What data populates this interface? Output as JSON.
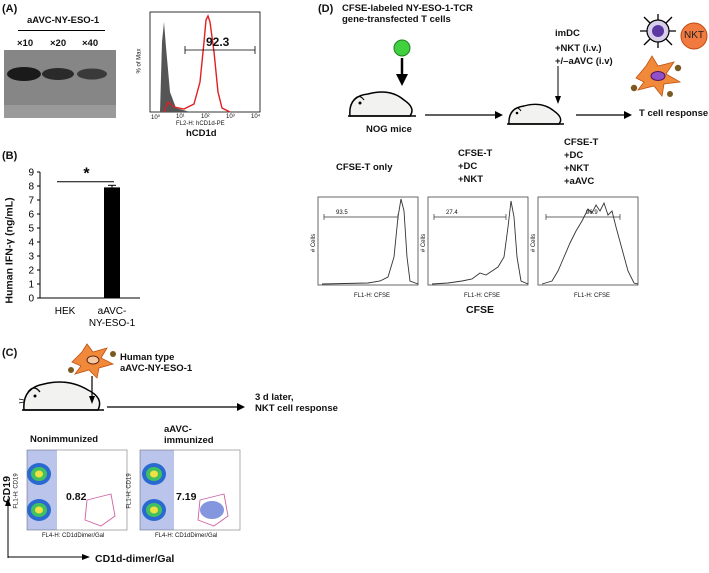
{
  "panelA": {
    "label": "(A)",
    "blot_title": "aAVC-NY-ESO-1",
    "lanes": [
      "×10",
      "×20",
      "×40"
    ],
    "hist_value": "92.3",
    "hist_ylabel": "% of Max",
    "hist_xaxis_small": "FL2-H: hCD1d-PE",
    "hist_xlabel": "hCD1d",
    "hist_ticks": [
      "10⁰",
      "10¹",
      "10²",
      "10³",
      "10⁴"
    ]
  },
  "panelB": {
    "label": "(B)",
    "significance": "*",
    "ylabel": "Human IFN-γ (ng/mL)"
  },
  "panelC": {
    "label": "(C)",
    "mouse_text": [
      "Human type",
      "aAVC-NY-ESO-1"
    ],
    "arrow_text": [
      "3 d later,",
      "NKT cell response"
    ],
    "left_title": "Nonimmunized",
    "right_title": [
      "aAVC-",
      "immunized"
    ],
    "left_value": "0.82",
    "right_value": "7.19",
    "ylabel": "CD19",
    "xlabel": "CD1d-dimer/Gal",
    "small_axis_x": "FL4-H: CD1dDimer/Gal",
    "small_axis_y": "FL1-H: CD19"
  },
  "panelD": {
    "label": "(D)",
    "top_text": [
      "CFSE-labeled NY-ESO-1-TCR",
      "gene-transfected T cells"
    ],
    "mouse_label": "NOG mice",
    "imdc_text": [
      "imDC",
      "+NKT (i.v.)",
      "+/–aAVC (i.v)"
    ],
    "nkt_badge": "NKT",
    "response": "T cell response",
    "hist_titles": [
      [
        "CFSE-T only"
      ],
      [
        "CFSE-T",
        "+DC",
        "+NKT"
      ],
      [
        "CFSE-T",
        "+DC",
        "+NKT",
        "+aAVC"
      ]
    ],
    "hist_values": [
      "93.5",
      "27.4",
      "96.9"
    ],
    "hist_ylabel": "# Cells",
    "hist_xaxis_small": "FL1-H: CFSE",
    "xlabel": "CFSE"
  },
  "chart_data": {
    "type": "bar",
    "categories": [
      "HEK",
      "aAVC-NY-ESO-1"
    ],
    "category_labels": [
      [
        "HEK"
      ],
      [
        "aAVC-",
        "NY-ESO-1"
      ]
    ],
    "values": [
      0,
      7.9
    ],
    "errors": [
      0,
      0.15
    ],
    "ylabel": "Human IFN-γ (ng/mL)",
    "ylim": [
      0,
      9
    ],
    "yticks": [
      0,
      1,
      2,
      3,
      4,
      5,
      6,
      7,
      8,
      9
    ],
    "bar_color": "#000000"
  }
}
